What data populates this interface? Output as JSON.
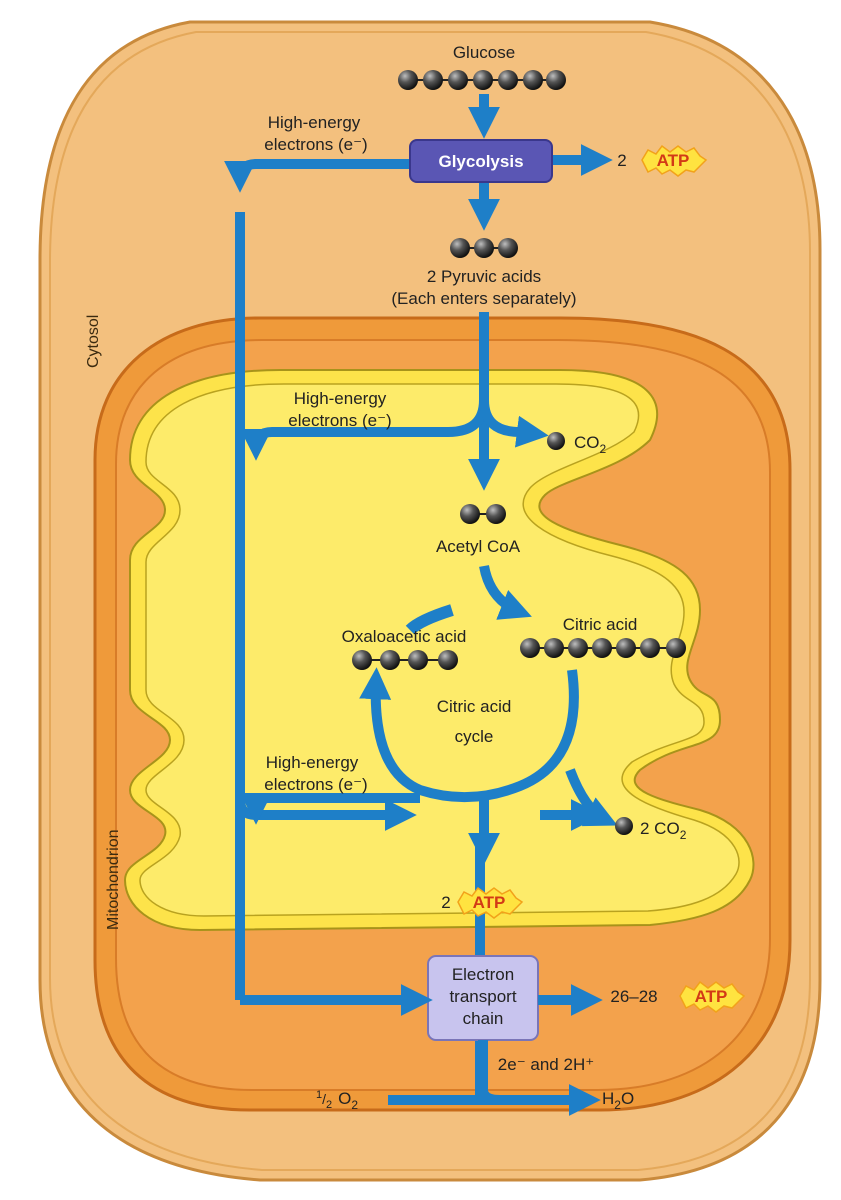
{
  "labels": {
    "glucose": "Glucose",
    "glycolysis": "Glycolysis",
    "high_energy_1": "High-energy",
    "electrons_1": "electrons (e⁻)",
    "two_1": "2",
    "atp": "ATP",
    "pyruvic_1": "2 Pyruvic acids",
    "pyruvic_2": "(Each enters separately)",
    "high_energy_2": "High-energy",
    "electrons_2": "electrons (e⁻)",
    "co2": "CO",
    "co2_sub": "2",
    "acetyl": "Acetyl CoA",
    "citric": "Citric acid",
    "oxalo": "Oxaloacetic acid",
    "cycle_1": "Citric acid",
    "cycle_2": "cycle",
    "high_energy_3": "High-energy",
    "electrons_3": "electrons (e⁻)",
    "two_co2": "2 CO",
    "two_co2_sub": "2",
    "two_2": "2",
    "etc_1": "Electron",
    "etc_2": "transport",
    "etc_3": "chain",
    "atp_range": "26–28",
    "two_e": "2e⁻ and 2H⁺",
    "half_num": "1",
    "half_den": "2",
    "o2": "O",
    "o2_sub": "2",
    "h2o_h": "H",
    "h2o_sub": "2",
    "h2o_o": "O",
    "cytosol": "Cytosol",
    "mitochondrion": "Mitochondrion"
  },
  "colors": {
    "cytosol": "#f3c07e",
    "mito_outer": "#ef9a3a",
    "mito_inner": "#fde34a",
    "arrow": "#1e7fc8",
    "glycolysis_box": "#5a56b4",
    "etc_box": "#c8c4ee",
    "atp_burst": "#ffe340"
  }
}
